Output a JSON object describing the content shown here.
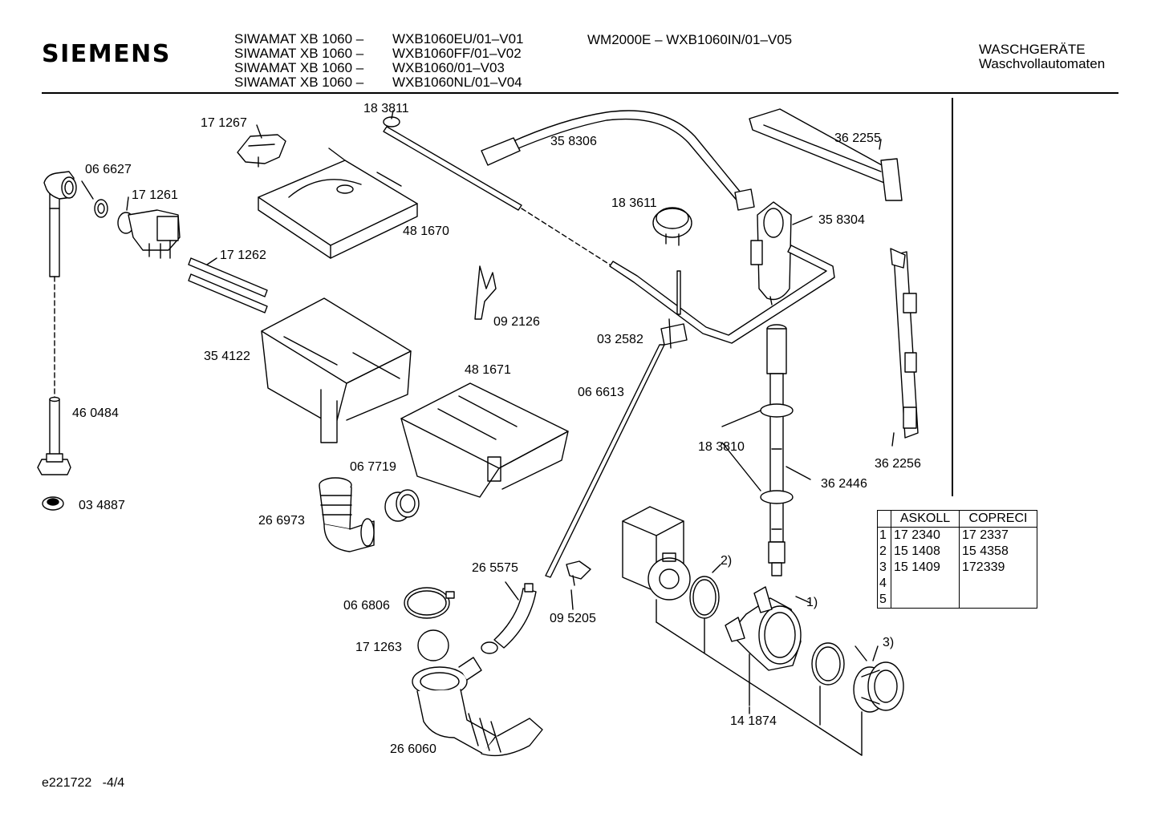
{
  "header": {
    "brand": "SIEMENS",
    "models": [
      {
        "name": "SIWAMAT XB 1060 –",
        "code": "WXB1060EU/01–V01"
      },
      {
        "name": "SIWAMAT XB 1060 –",
        "code": "WXB1060FF/01–V02"
      },
      {
        "name": "SIWAMAT XB 1060 –",
        "code": "WXB1060/01–V03"
      },
      {
        "name": "SIWAMAT XB 1060 –",
        "code": "WXB1060NL/01–V04"
      }
    ],
    "variant": "WM2000E – WXB1060IN/01–V05",
    "category": "WASCHGERÄTE",
    "subcategory": "Waschvollautomaten"
  },
  "parts": {
    "p171267": "17 1267",
    "p183811": "18 3811",
    "p358306": "35 8306",
    "p362255": "36 2255",
    "p066627": "06 6627",
    "p171261": "17 1261",
    "p481670": "48 1670",
    "p183611": "18 3611",
    "p358304": "35 8304",
    "p171262": "17 1262",
    "p092126": "09 2126",
    "p354122": "35 4122",
    "p032582": "03 2582",
    "p481671": "48 1671",
    "p066613": "06 6613",
    "p460484": "46 0484",
    "p183810": "18 3810",
    "p362446": "36 2446",
    "p362256": "36 2256",
    "p067719": "06 7719",
    "p034887": "03 4887",
    "p266973": "26 6973",
    "p265575": "26 5575",
    "p066806": "06 6806",
    "p095205": "09 5205",
    "p171263": "17 1263",
    "p141874": "14 1874",
    "p266060": "26 6060"
  },
  "callouts": {
    "c1": "1)",
    "c2": "2)",
    "c3": "3)"
  },
  "vendor_table": {
    "headers": [
      "",
      "ASKOLL",
      "COPRECI"
    ],
    "rows": [
      {
        "idx": "1",
        "askoll": "17 2340",
        "copreci": "17 2337"
      },
      {
        "idx": "2",
        "askoll": "15 1408",
        "copreci": "15 4358"
      },
      {
        "idx": "3",
        "askoll": "15 1409",
        "copreci": "172339"
      },
      {
        "idx": "4",
        "askoll": "",
        "copreci": ""
      },
      {
        "idx": "5",
        "askoll": "",
        "copreci": ""
      }
    ]
  },
  "footer": {
    "ref": "e221722   -4/4"
  }
}
